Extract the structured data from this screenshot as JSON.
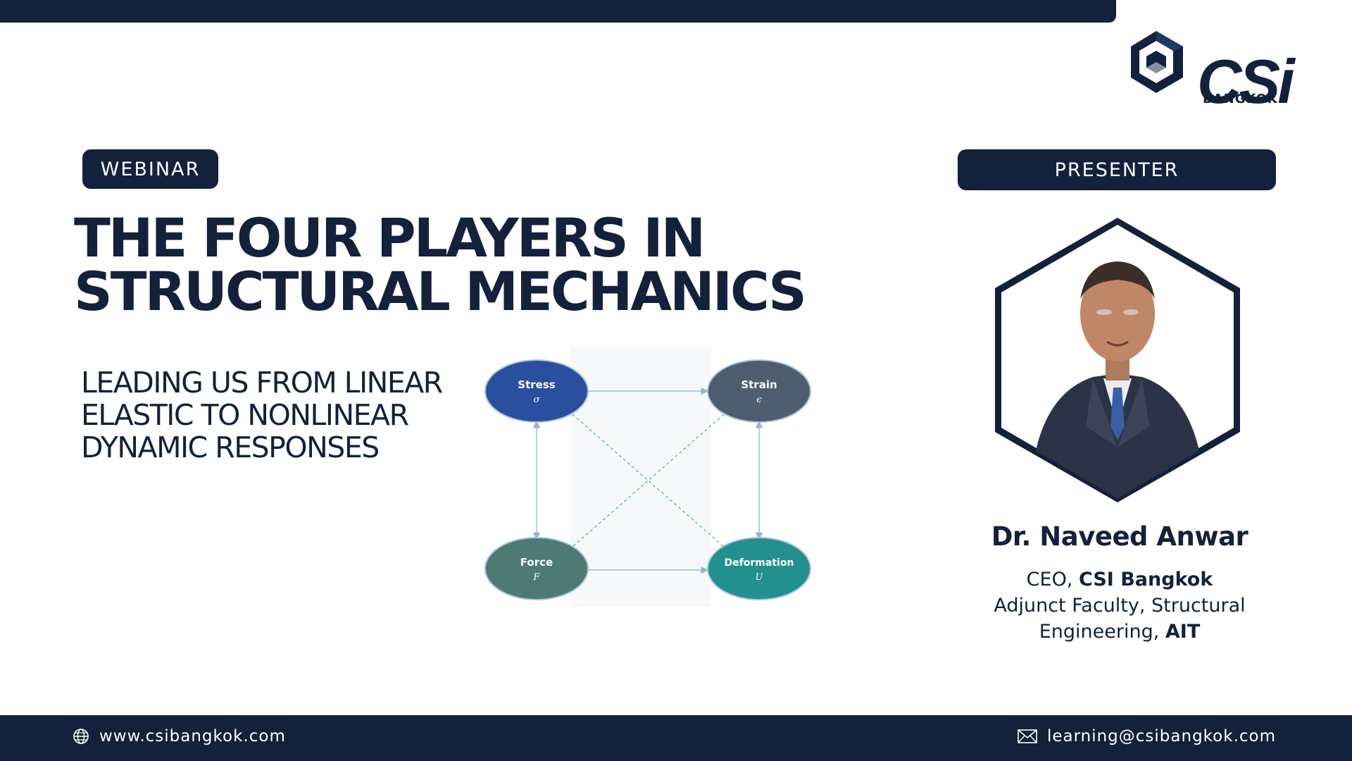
{
  "brand": {
    "logo_text": "CSi",
    "logo_subtext": "BANGKOK"
  },
  "badges": {
    "webinar": "WEBINAR",
    "presenter": "PRESENTER"
  },
  "title": {
    "line1": "THE FOUR PLAYERS IN",
    "line2": "STRUCTURAL MECHANICS"
  },
  "subtitle": {
    "line1": "LEADING US FROM LINEAR",
    "line2": "ELASTIC TO NONLINEAR",
    "line3": "DYNAMIC RESPONSES"
  },
  "diagram": {
    "nodes": {
      "stress": {
        "label": "Stress",
        "symbol": "σ",
        "color": "#2a4f9e"
      },
      "strain": {
        "label": "Strain",
        "symbol": "ϵ",
        "color": "#4e5e6e"
      },
      "force": {
        "label": "Force",
        "symbol": "F",
        "color": "#4e7a74"
      },
      "deformation": {
        "label": "Deformation",
        "symbol": "U",
        "color": "#22908f"
      }
    }
  },
  "presenter": {
    "name": "Dr. Naveed Anwar",
    "role_prefix": "CEO, ",
    "company": "CSI Bangkok",
    "line2": "Adjunct Faculty, Structural",
    "line3_prefix": "Engineering, ",
    "institution": "AIT"
  },
  "footer": {
    "website": "www.csibangkok.com",
    "email": "learning@csibangkok.com",
    "website_icon": "globe-icon",
    "email_icon": "mail-icon"
  },
  "colors": {
    "navy": "#13213c",
    "background": "#ffffff"
  }
}
